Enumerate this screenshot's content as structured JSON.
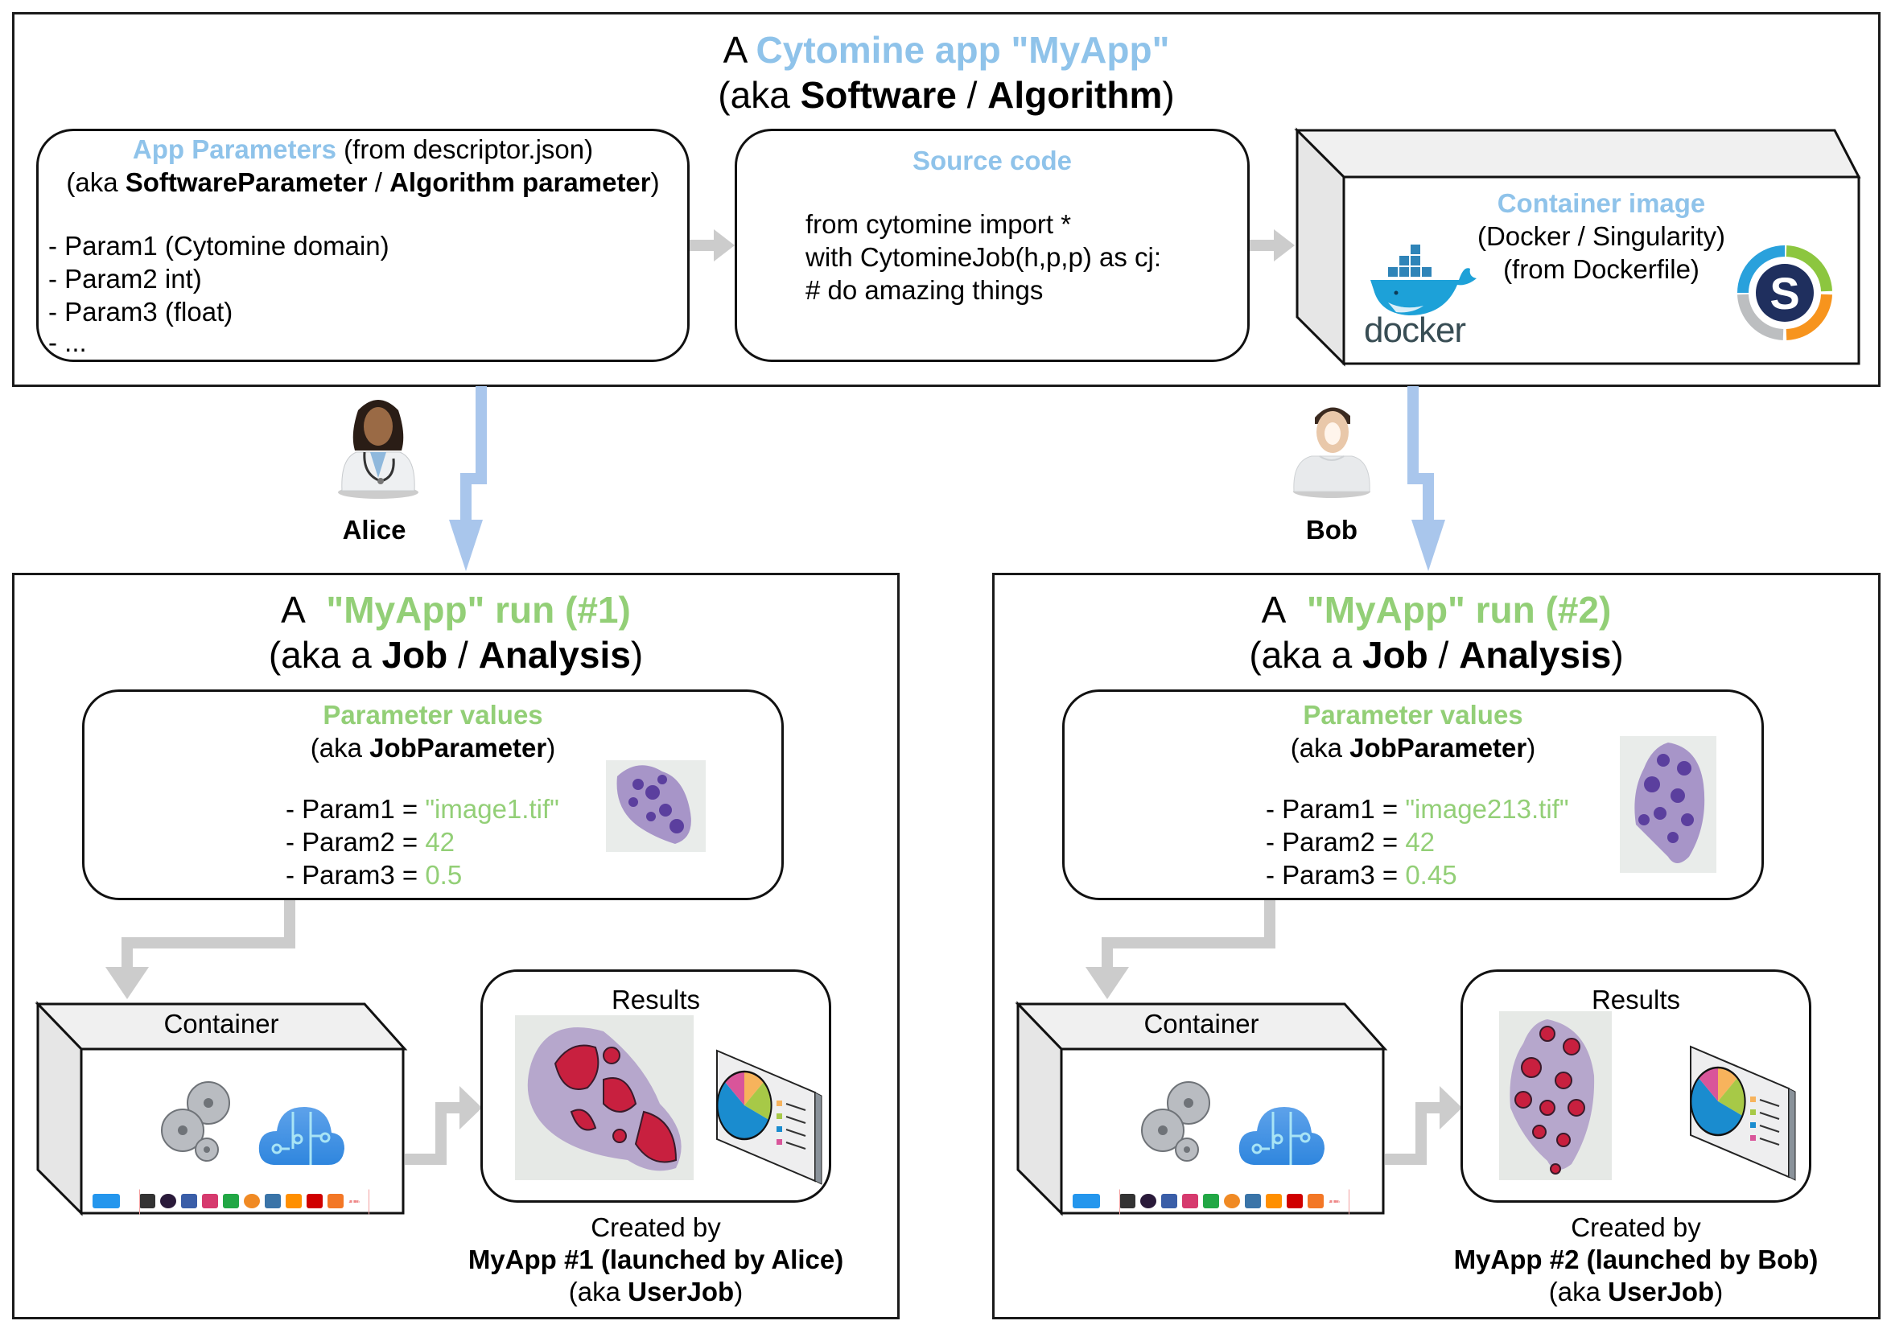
{
  "app": {
    "title_prefix": "A",
    "title_highlight": "Cytomine app \"MyApp\"",
    "aka_open": "(aka ",
    "aka_term1": "Software",
    "aka_sep": " / ",
    "aka_term2": "Algorithm",
    "aka_close": ")",
    "params_box": {
      "title": "App Parameters",
      "title_suffix": " (from descriptor.json)",
      "aka_open": "(aka ",
      "aka_term1": "SoftwareParameter",
      "aka_sep": " / ",
      "aka_term2": "Algorithm parameter",
      "aka_close": ")",
      "items": [
        "- Param1 (Cytomine domain)",
        "- Param2 int)",
        "- Param3 (float)",
        "- ..."
      ]
    },
    "source_box": {
      "title": "Source code",
      "lines": [
        "from cytomine import *",
        "with CytomineJob(h,p,p) as cj:",
        "# do amazing things"
      ]
    },
    "image_box": {
      "title": "Container image",
      "line1": "(Docker / Singularity)",
      "line2": "(from Dockerfile)",
      "docker_label": "docker",
      "singularity_letter": "S"
    }
  },
  "users": [
    {
      "name": "Alice",
      "icon": "doctor-avatar-icon"
    },
    {
      "name": "Bob",
      "icon": "user-avatar-icon"
    }
  ],
  "jobs": [
    {
      "title_prefix": "A",
      "title_highlight": "\"MyApp\" run (#1)",
      "aka_open": "(aka a ",
      "aka_term1": "Job",
      "aka_sep": " / ",
      "aka_term2": "Analysis",
      "aka_close": ")",
      "params": {
        "title": "Parameter values",
        "aka_open": "(aka ",
        "aka_term": "JobParameter",
        "aka_close": ")",
        "rows": [
          {
            "label": "- Param1 = ",
            "value": "\"image1.tif\""
          },
          {
            "label": "- Param2 = ",
            "value": "42"
          },
          {
            "label": "- Param3 = ",
            "value": "0.5"
          }
        ]
      },
      "container_label": "Container",
      "results_label": "Results",
      "created_by": "Created by",
      "creator": "MyApp #1 (launched by Alice)",
      "creator_aka_open": "(aka ",
      "creator_aka_term": "UserJob",
      "creator_aka_close": ")"
    },
    {
      "title_prefix": "A",
      "title_highlight": "\"MyApp\" run (#2)",
      "aka_open": "(aka a ",
      "aka_term1": "Job",
      "aka_sep": " / ",
      "aka_term2": "Analysis",
      "aka_close": ")",
      "params": {
        "title": "Parameter values",
        "aka_open": "(aka ",
        "aka_term": "JobParameter",
        "aka_close": ")",
        "rows": [
          {
            "label": "- Param1 = ",
            "value": "\"image213.tif\""
          },
          {
            "label": "- Param2 = ",
            "value": "42"
          },
          {
            "label": "- Param3 = ",
            "value": "0.45"
          }
        ]
      },
      "container_label": "Container",
      "results_label": "Results",
      "created_by": "Created by",
      "creator": "MyApp #2 (launched by Bob)",
      "creator_aka_open": "(aka ",
      "creator_aka_term": "UserJob",
      "creator_aka_close": ")"
    }
  ],
  "tool_icons": [
    "docker-icon",
    "microscope-icon",
    "lens-icon",
    "cellprofiler-icon",
    "qupath-icon",
    "opencv-icon",
    "scikit-icon",
    "python-icon",
    "tensorflow-icon",
    "keras-icon",
    "jupyter-icon",
    "ellipsis-icon"
  ],
  "colors": {
    "app_blue": "#8fc3ea",
    "job_green": "#93cf77",
    "flow_arrow_blue": "#a9c6ec",
    "inner_arrow_gray": "#cccccc"
  }
}
